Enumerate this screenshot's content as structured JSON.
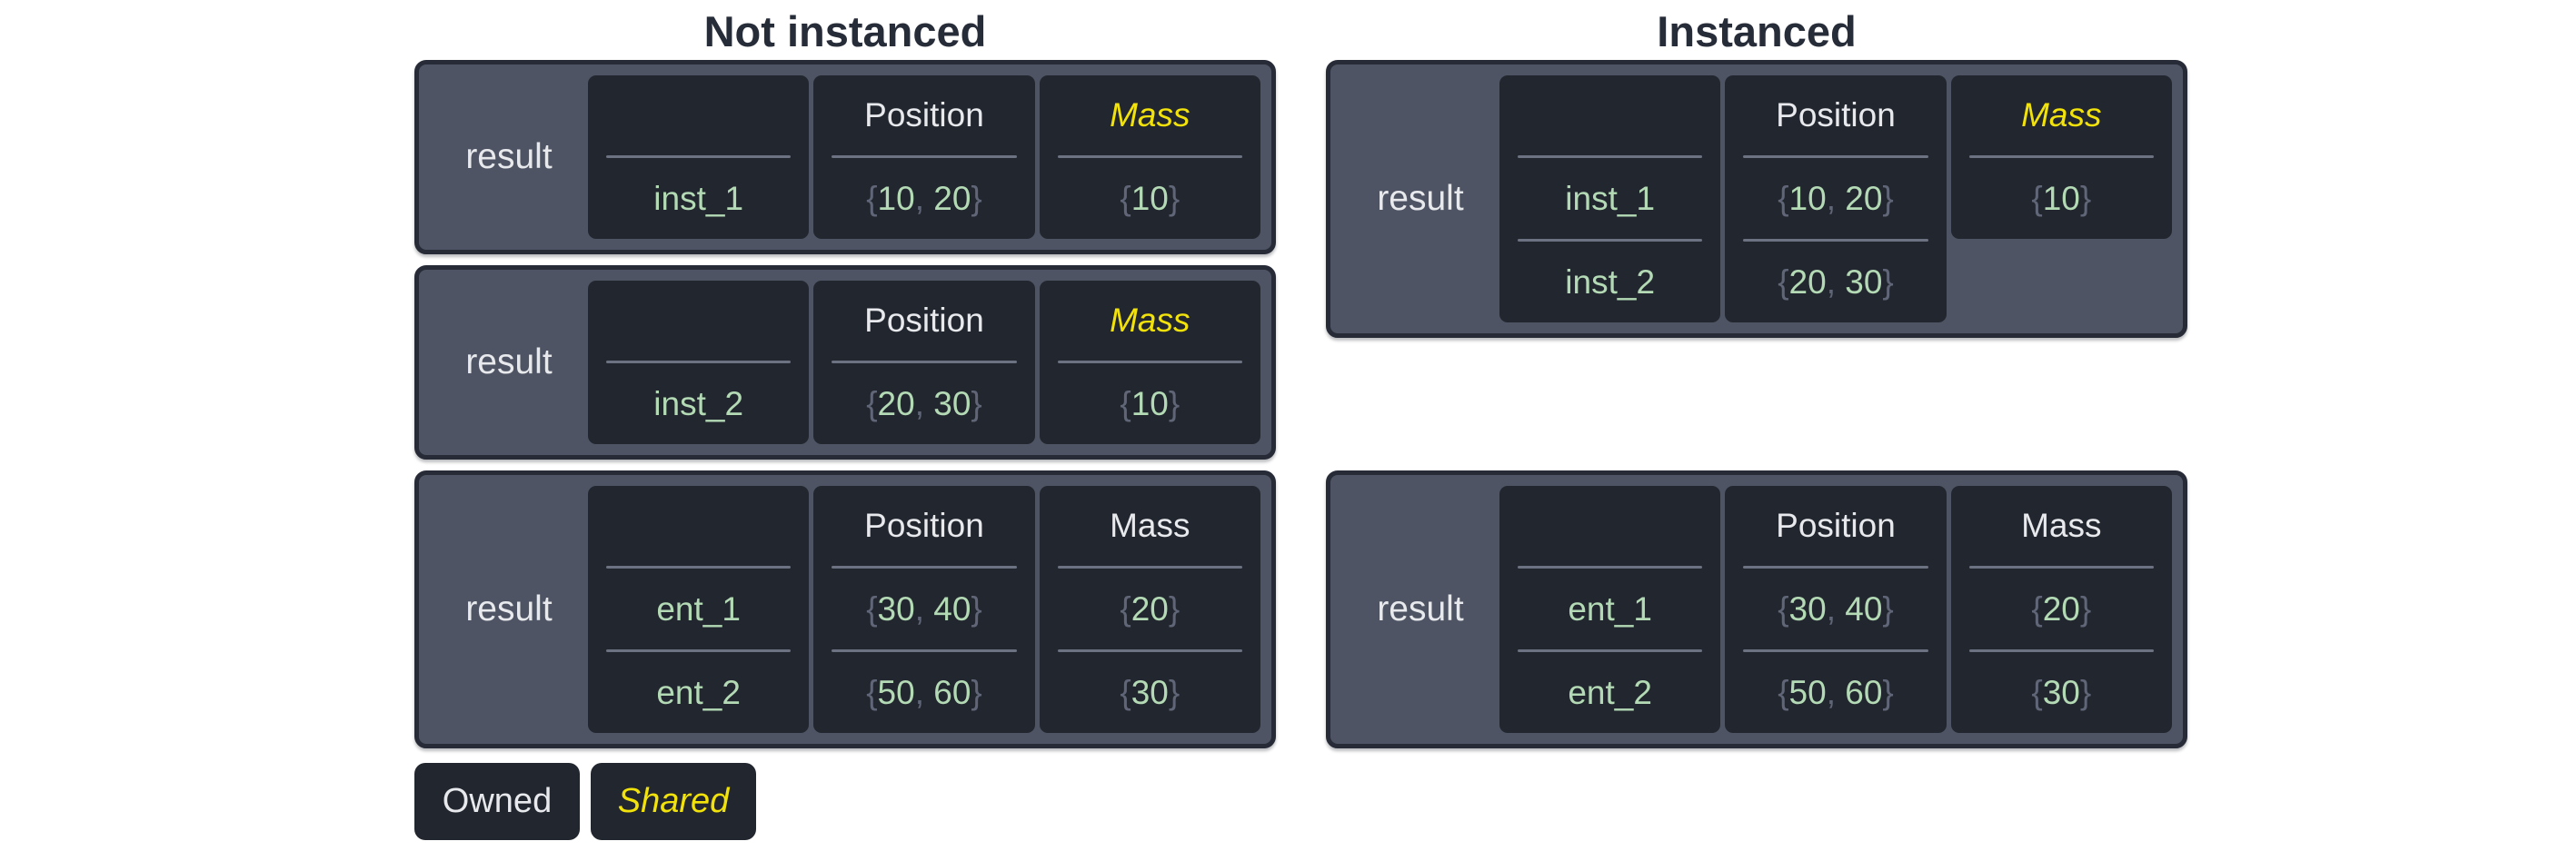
{
  "colors": {
    "page_bg": "#ffffff",
    "table_bg": "#4e5463",
    "table_border": "#272b37",
    "card_bg": "#22262e",
    "divider": "#6c7282",
    "text_light": "#e7e9ed",
    "shared_yellow": "#f2e20b",
    "value_green": "#b3dab5",
    "brace_gray": "#606677",
    "title_text": "#272c39"
  },
  "legend": {
    "owned_label": "Owned",
    "shared_label": "Shared"
  },
  "sections": [
    {
      "id": "not-instanced",
      "title": "Not instanced",
      "tables": [
        {
          "label": "result",
          "columns": [
            {
              "header": "",
              "kind": "entity",
              "cells": [
                "inst_1"
              ]
            },
            {
              "header": "Position",
              "kind": "owned",
              "cells": [
                [
                  "10",
                  "20"
                ]
              ]
            },
            {
              "header": "Mass",
              "kind": "shared",
              "cells": [
                [
                  "10"
                ]
              ]
            }
          ]
        },
        {
          "label": "result",
          "columns": [
            {
              "header": "",
              "kind": "entity",
              "cells": [
                "inst_2"
              ]
            },
            {
              "header": "Position",
              "kind": "owned",
              "cells": [
                [
                  "20",
                  "30"
                ]
              ]
            },
            {
              "header": "Mass",
              "kind": "shared",
              "cells": [
                [
                  "10"
                ]
              ]
            }
          ]
        },
        {
          "label": "result",
          "columns": [
            {
              "header": "",
              "kind": "entity",
              "cells": [
                "ent_1",
                "ent_2"
              ]
            },
            {
              "header": "Position",
              "kind": "owned",
              "cells": [
                [
                  "30",
                  "40"
                ],
                [
                  "50",
                  "60"
                ]
              ]
            },
            {
              "header": "Mass",
              "kind": "owned",
              "cells": [
                [
                  "20"
                ],
                [
                  "30"
                ]
              ]
            }
          ]
        }
      ]
    },
    {
      "id": "instanced",
      "title": "Instanced",
      "tables": [
        {
          "label": "result",
          "columns": [
            {
              "header": "",
              "kind": "entity",
              "cells": [
                "inst_1",
                "inst_2"
              ]
            },
            {
              "header": "Position",
              "kind": "owned",
              "cells": [
                [
                  "10",
                  "20"
                ],
                [
                  "20",
                  "30"
                ]
              ]
            },
            {
              "header": "Mass",
              "kind": "shared",
              "cells": [
                [
                  "10"
                ]
              ]
            }
          ]
        },
        {
          "label": "result",
          "columns": [
            {
              "header": "",
              "kind": "entity",
              "cells": [
                "ent_1",
                "ent_2"
              ]
            },
            {
              "header": "Position",
              "kind": "owned",
              "cells": [
                [
                  "30",
                  "40"
                ],
                [
                  "50",
                  "60"
                ]
              ]
            },
            {
              "header": "Mass",
              "kind": "owned",
              "cells": [
                [
                  "20"
                ],
                [
                  "30"
                ]
              ]
            }
          ]
        }
      ]
    }
  ]
}
